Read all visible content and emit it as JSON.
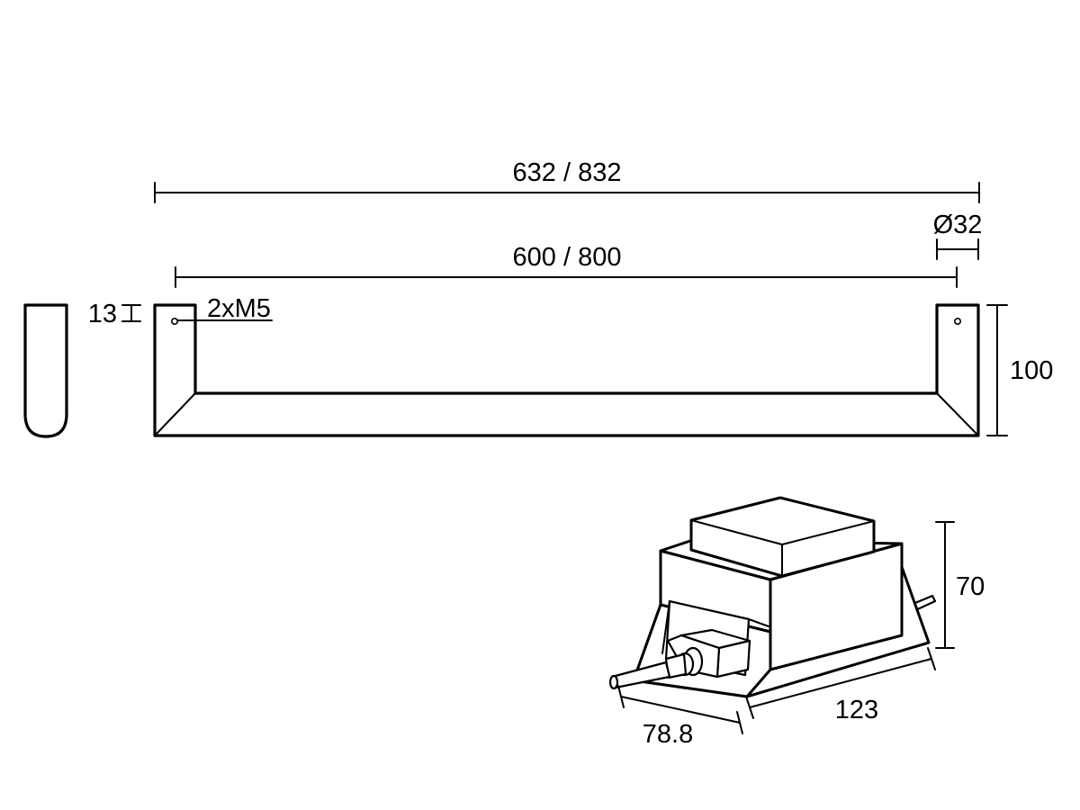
{
  "labels": {
    "overall_length": "632 / 832",
    "center_distance": "600 / 800",
    "diameter": "Ø32",
    "screw_offset": "13",
    "screws": "2xM5",
    "height": "100",
    "driver_height": "70",
    "driver_length": "123",
    "driver_width": "78.8"
  },
  "colors": {
    "line": "#000000",
    "background": "#ffffff"
  }
}
